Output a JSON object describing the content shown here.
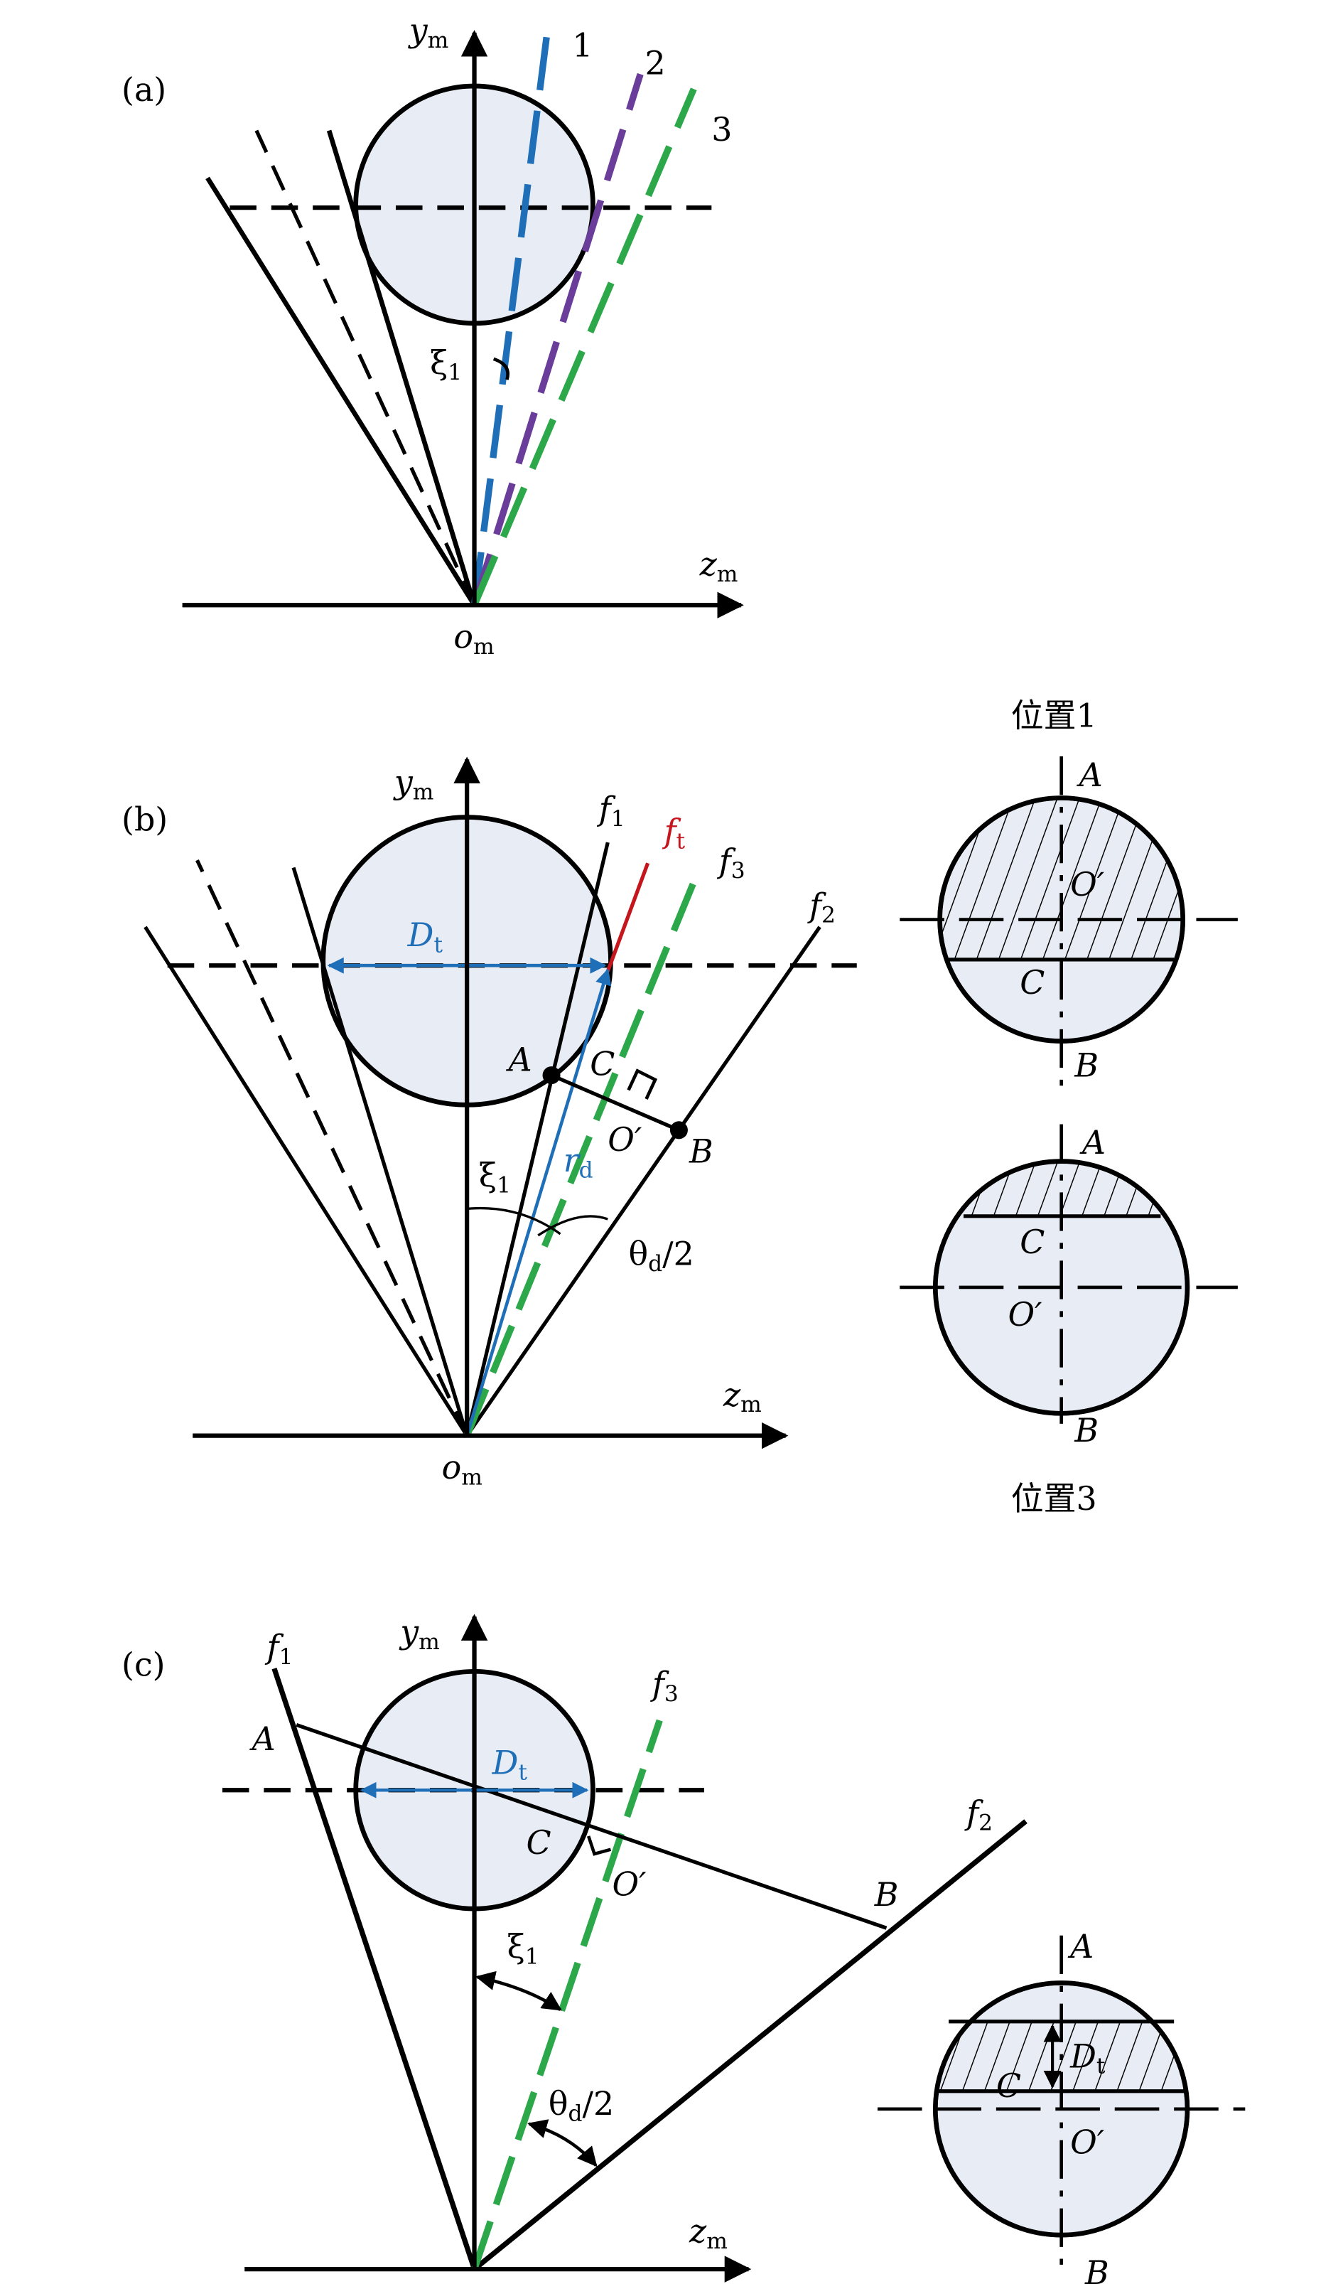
{
  "colors": {
    "blue": "#1f6fb8",
    "purple": "#6a3d9a",
    "green": "#2ca84a",
    "red": "#c4161c",
    "fill": "#e8ecf5"
  },
  "axes": {
    "y": "y",
    "z": "z",
    "o": "o",
    "sub": "m"
  },
  "panel_a": {
    "label": "(a)",
    "lines": [
      "1",
      "2",
      "3"
    ],
    "xi": "ξ",
    "xi_sub": "1"
  },
  "panel_b": {
    "label": "(b)",
    "f1": "f",
    "f1_sub": "1",
    "ft": "f",
    "ft_sub": "t",
    "f3": "f",
    "f3_sub": "3",
    "f2": "f",
    "f2_sub": "2",
    "Dt": "D",
    "Dt_sub": "t",
    "A": "A",
    "B": "B",
    "C": "C",
    "O": "O′",
    "rd": "r",
    "rd_sub": "d",
    "xi": "ξ",
    "xi_sub": "1",
    "theta": "θ",
    "theta_sub": "d",
    "theta_tail": "/2",
    "pos1": {
      "title": "位置1",
      "A": "A",
      "O": "O′",
      "C": "C",
      "B": "B"
    },
    "pos3": {
      "title": "位置3",
      "A": "A",
      "C": "C",
      "O": "O′",
      "B": "B"
    }
  },
  "panel_c": {
    "label": "(c)",
    "f1": "f",
    "f1_sub": "1",
    "f3": "f",
    "f3_sub": "3",
    "f2": "f",
    "f2_sub": "2",
    "A": "A",
    "B": "B",
    "C": "C",
    "O": "O′",
    "Dt": "D",
    "Dt_sub": "t",
    "xi": "ξ",
    "xi_sub": "1",
    "theta": "θ",
    "theta_sub": "d",
    "theta_tail": "/2",
    "inset": {
      "A": "A",
      "Dt": "D",
      "Dt_sub": "t",
      "C": "C",
      "O": "O′",
      "B": "B"
    }
  }
}
